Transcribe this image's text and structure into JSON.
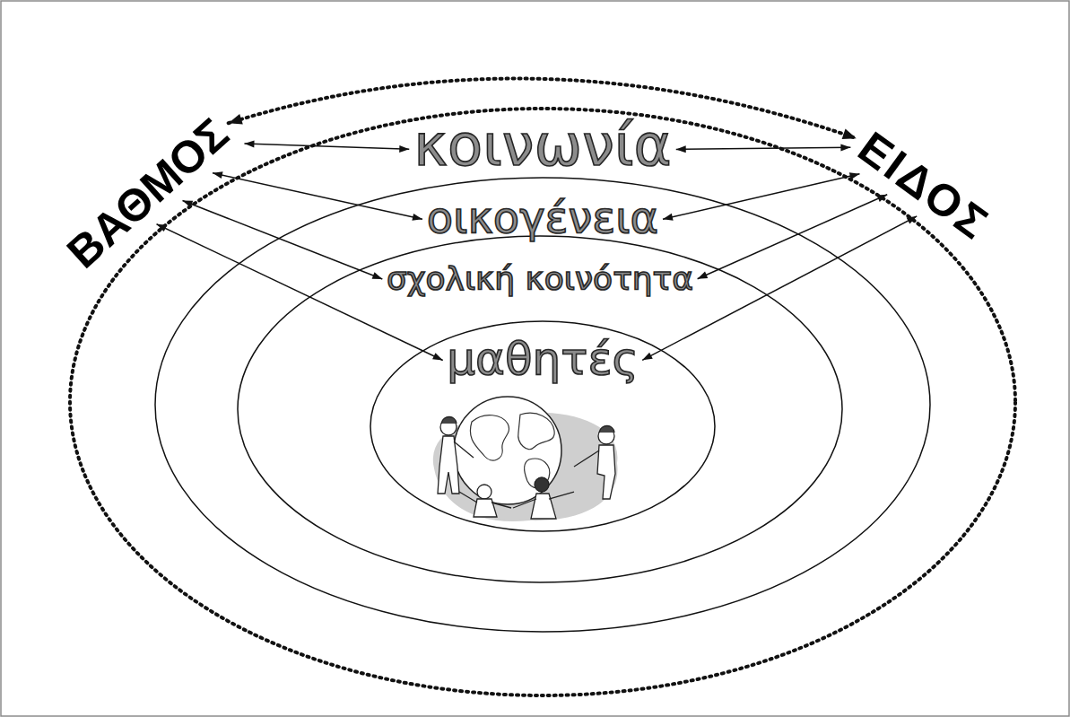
{
  "diagram": {
    "nodes": [
      {
        "text": [
          "ΒΑΘΜΟΣ"
        ]
      },
      {
        "text": [
          "ΕΙΔΟΣ"
        ]
      },
      {
        "text": [
          "κοινωνία"
        ]
      },
      {
        "text": [
          "οικογένεια"
        ],
        "in": 2
      },
      {
        "text": [
          "σχολική κοινότητα"
        ],
        "in": 3
      },
      {
        "text": [
          "μαθητές"
        ],
        "in": 4
      }
    ],
    "edges": [
      {
        "from": 0,
        "to": 1,
        "arrow": "both"
      },
      {
        "from": 0,
        "to": 2,
        "arrow": "both"
      },
      {
        "from": 0,
        "to": 3,
        "arrow": "both"
      },
      {
        "from": 0,
        "to": 4,
        "arrow": "both"
      },
      {
        "from": 0,
        "to": 5,
        "arrow": "both"
      },
      {
        "from": 1,
        "to": 2,
        "arrow": "both"
      },
      {
        "from": 1,
        "to": 3,
        "arrow": "both"
      },
      {
        "from": 1,
        "to": 4,
        "arrow": "both"
      },
      {
        "from": 1,
        "to": 5,
        "arrow": "both"
      }
    ]
  }
}
